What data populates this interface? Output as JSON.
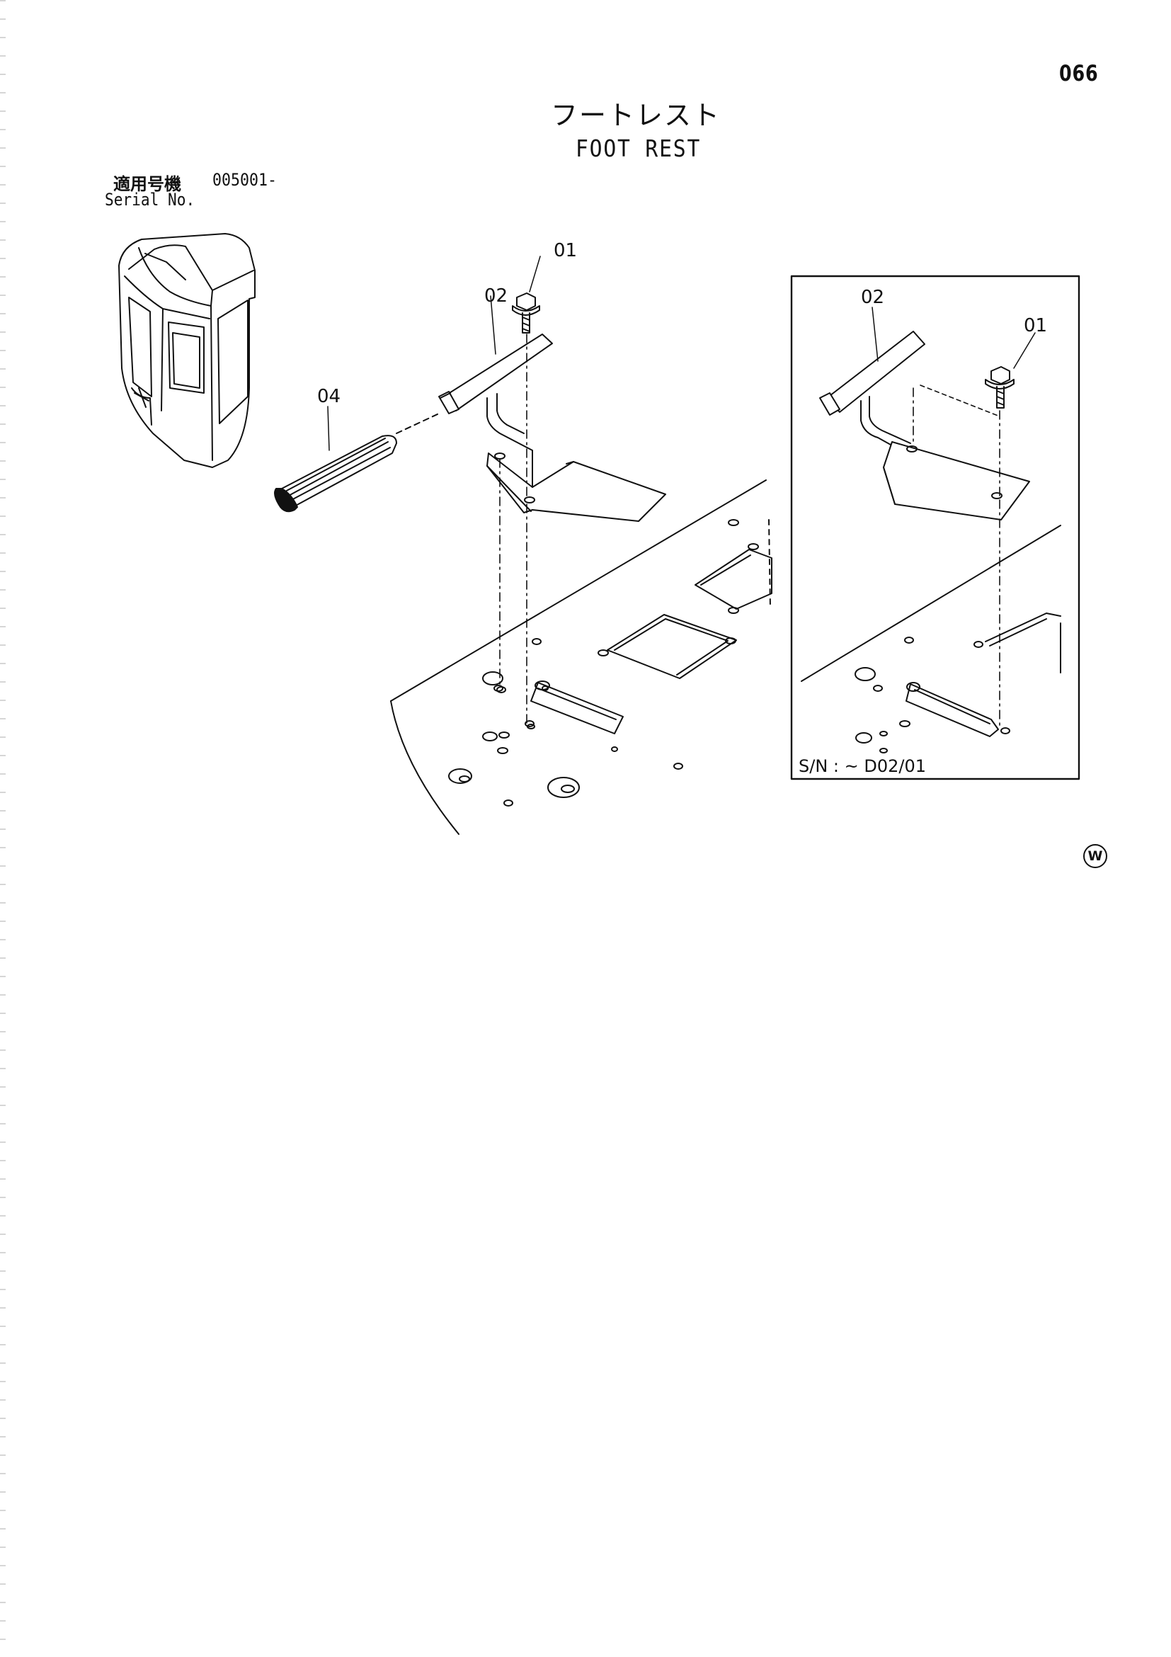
{
  "page_number": "066",
  "title_jp": "フートレスト",
  "title_en": "FOOT REST",
  "serial": {
    "label_jp": "適用号機",
    "range": "005001-",
    "label_en": "Serial No."
  },
  "callouts": {
    "main_01": "01",
    "main_02": "02",
    "main_04": "04",
    "inset_02": "02",
    "inset_01": "01"
  },
  "inset_serial": "S/N :   ~ D02/01",
  "watermark": "W"
}
